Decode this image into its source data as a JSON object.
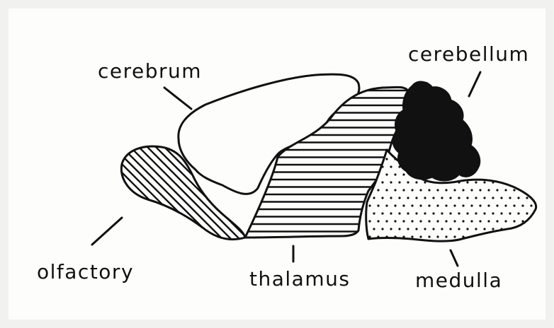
{
  "colors": {
    "ink": "#111111",
    "paper": "#fdfdfc",
    "frame": "#f1f1ef"
  },
  "labels": {
    "cerebrum": "cerebrum",
    "cerebellum": "cerebellum",
    "olfactory": "olfactory",
    "thalamus": "thalamus",
    "medulla": "medulla"
  }
}
